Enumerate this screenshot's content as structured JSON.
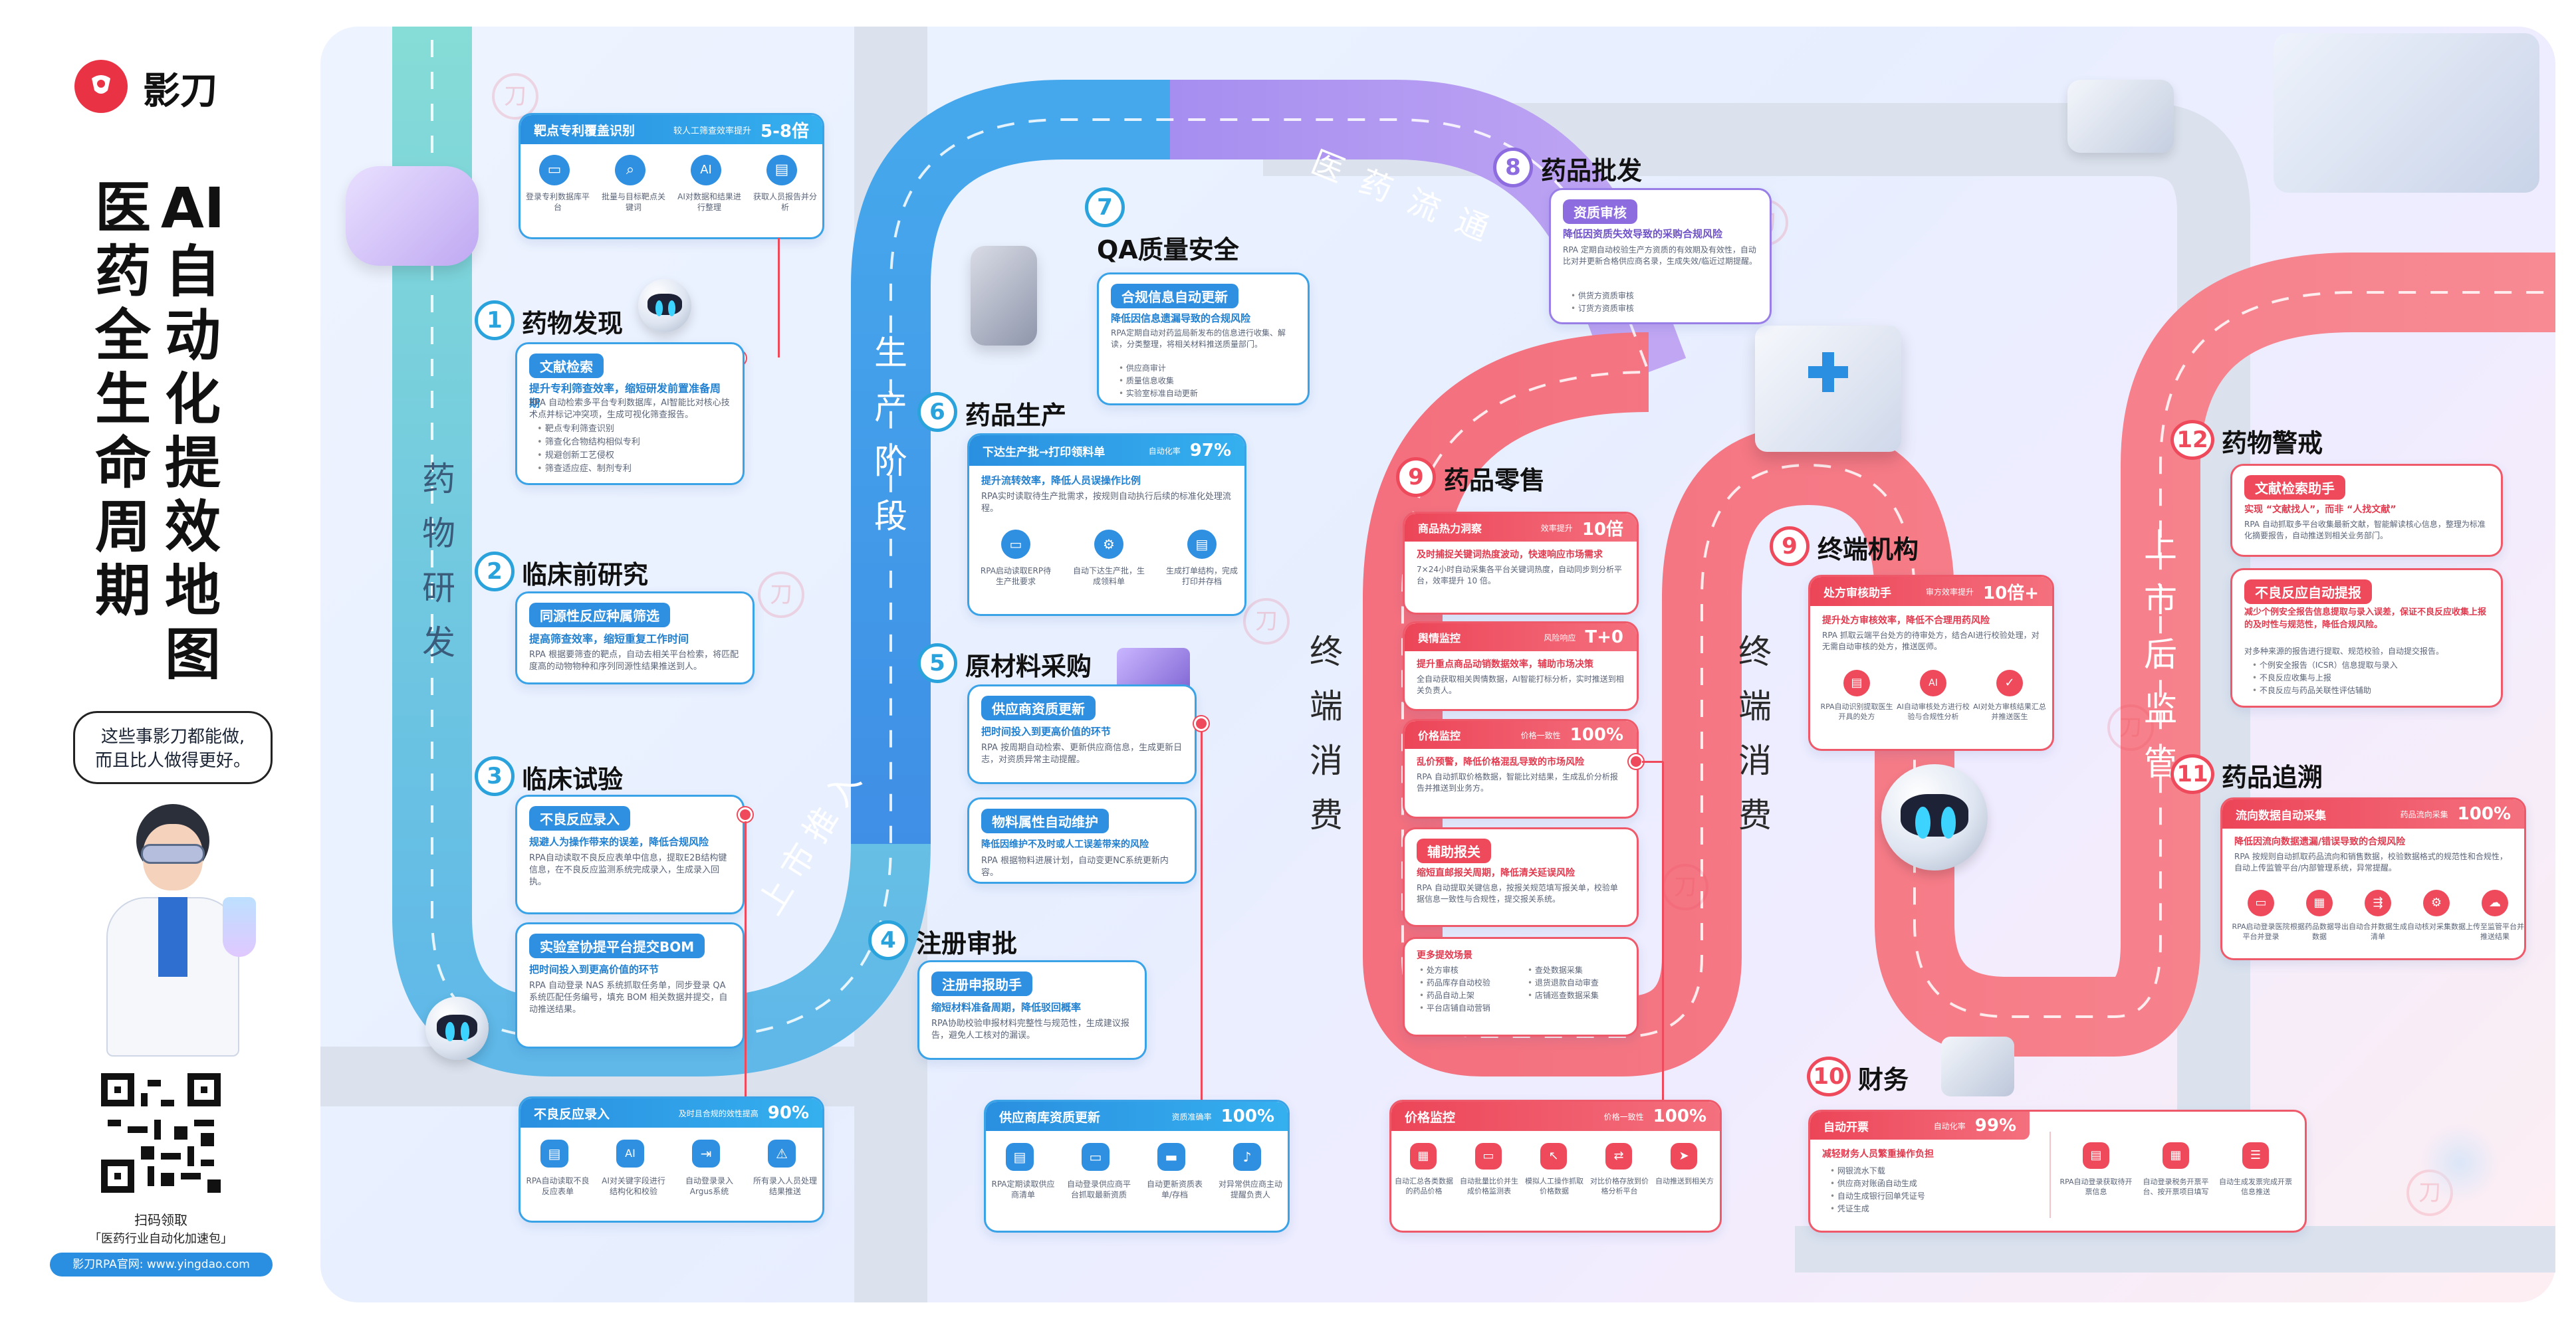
{
  "brand": {
    "logo_text": "影刀"
  },
  "main_title": {
    "col_right": "AI自动化提效地图",
    "col_left": "医药全生命周期"
  },
  "stages": {
    "research": "药物研发",
    "production": "生产阶段",
    "launch": "上市推入",
    "circulation": "医药流通",
    "terminal_left": "终端消费",
    "terminal_right": "终端消费",
    "post_market": "上市后监管"
  },
  "speech_bubble": {
    "line1": "这些事影刀都能做,",
    "line2": "而且比人做得更好。"
  },
  "qr": {
    "caption1": "扫码领取",
    "caption2": "「医药行业自动化加速包」",
    "site": "影刀RPA官网: www.yingdao.com"
  },
  "watermark": "影刀",
  "sections": {
    "s1": {
      "num": "1",
      "title": "药物发现",
      "chip": "文献检索",
      "headline": "提升专利筛查效率，缩短研发前置准备周期",
      "desc": "RPA 自动检索多平台专利数据库，AI智能比对核心技术点并标记冲突项，生成可视化筛查报告。",
      "items": [
        "靶点专利筛查识别",
        "筛查化合物结构相似专利",
        "规避创新工艺侵权",
        "筛查适应症、制剂专利"
      ]
    },
    "patent": {
      "title": "靶点专利覆盖识别",
      "sub": "较人工筛查效率提升",
      "metric": "5-8倍",
      "steps": [
        "登录专利数据库平台",
        "批量与目标靶点关键词",
        "AI对数据和结果进行整理",
        "获取人员报告并分析"
      ]
    },
    "s2": {
      "num": "2",
      "title": "临床前研究",
      "chip": "同源性反应种属筛选",
      "headline": "提高筛查效率，缩短重复工作时间",
      "desc": "RPA 根据要筛查的靶点，自动去相关平台检索，将匹配度高的动物物种和序列同源性结果推送到人。"
    },
    "s3": {
      "num": "3",
      "title": "临床试验",
      "c1": {
        "chip": "不良反应录入",
        "headline": "规避人为操作带来的误差，降低合规风险",
        "desc": "RPA自动读取不良反应表单中信息，提取E2B结构键信息，在不良反应监测系统完成录入，生成录入回执。"
      },
      "c2": {
        "chip": "实验室协提平台提交BOM",
        "headline": "把时间投入到更高价值的环节",
        "desc": "RPA 自动登录 NAS 系统抓取任务单，同步登录 QA 系统匹配任务编号，填充 BOM 相关数据并提交，自动推送结果。"
      }
    },
    "adverse": {
      "title": "不良反应录入",
      "sub": "及时且合规的效性提高",
      "metric": "90%",
      "steps": [
        "RPA自动读取不良反应表单",
        "AI对关键字段进行结构化和校验",
        "自动登录录入Argus系统",
        "所有录入人员处理结果推送"
      ]
    },
    "s4": {
      "num": "4",
      "title": "注册审批",
      "chip": "注册申报助手",
      "headline": "缩短材料准备周期，降低驳回概率",
      "desc": "RPA协助校验申报材料完整性与规范性，生成建议报告，避免人工核对的漏误。"
    },
    "s5": {
      "num": "5",
      "title": "原材料采购",
      "c1": {
        "chip": "供应商资质更新",
        "headline": "把时间投入到更高价值的环节",
        "desc": "RPA 按周期自动检索、更新供应商信息，生成更新日志，对资质异常主动提醒。"
      },
      "c2": {
        "chip": "物料属性自动维护",
        "headline": "降低因维护不及时或人工误差带来的风险",
        "desc": "RPA 根据物料进展计划，自动变更NC系统更新内容。"
      }
    },
    "supplier": {
      "title": "供应商库资质更新",
      "sub": "资质准确率",
      "metric": "100%",
      "steps": [
        "RPA定期读取供应商清单",
        "自动登录供应商平台抓取最新资质",
        "自动更新资质表单/存档",
        "对异常供应商主动提醒负责人"
      ]
    },
    "s6": {
      "num": "6",
      "title": "药品生产",
      "hdr": "下达生产批→打印领料单",
      "sub": "自动化率",
      "metric": "97%",
      "headline": "提升流转效率，降低人员误操作比例",
      "desc": "RPA实时读取待生产批需求，按规则自动执行后续的标准化处理流程。",
      "steps": [
        "RPA启动读取ERP待生产批要求",
        "自动下达生产批，生成领料单",
        "生成打单结构，完成打印并存档"
      ]
    },
    "s7": {
      "num": "7",
      "title": "QA质量安全",
      "chip": "合规信息自动更新",
      "headline": "降低因信息遗漏导致的合规风险",
      "desc": "RPA定期自动对药监局新发布的信息进行收集、解读，分类整理，将相关材料推送质量部门。",
      "items": [
        "供应商审计",
        "质量信息收集",
        "实验室标准自动更新"
      ]
    },
    "s8": {
      "num": "8",
      "title": "药品批发",
      "chip": "资质审核",
      "headline": "降低因资质失效导致的采购合规风险",
      "desc": "RPA 定期自动校验生产方资质的有效期及有效性，自动比对并更新合格供应商名录，生成失效/临近过期提醒。",
      "items": [
        "供货方资质审核",
        "订货方资质审核"
      ]
    },
    "s9a": {
      "num": "9",
      "title": "药品零售",
      "c1": {
        "label": "商品热力洞察",
        "sub": "效率提升",
        "metric": "10倍",
        "headline": "及时捕捉关键词热度波动，快速响应市场需求",
        "desc": "7×24小时自动采集各平台关键词热度，自动同步到分析平台，效率提升 10 倍。"
      },
      "c2": {
        "label": "舆情监控",
        "sub": "风险响应",
        "metric": "T+0",
        "headline": "提升重点商品动销数据效率，辅助市场决策",
        "desc": "全自动获取相关舆情数据，AI智能打标分析，实时推送到相关负责人。"
      },
      "c3": {
        "label": "价格监控",
        "sub": "价格一致性",
        "metric": "100%",
        "headline": "乱价预警，降低价格混乱导致的市场风险",
        "desc": "RPA 自动抓取价格数据，智能比对结果，生成乱价分析报告并推送到业务方。"
      },
      "c4": {
        "chip": "辅助报关",
        "headline": "缩短直邮报关周期，降低清关延误风险",
        "desc": "RPA 自动提取关键信息，按报关规范填写报关单，校验单据信息一致性与合规性，提交报关系统。"
      },
      "more": {
        "title": "更多提效场景",
        "items": [
          "处方审核",
          "药品库存自动校验",
          "药品自动上架",
          "平台店铺自动营销",
          "查处数据采集",
          "退货退款自动审查",
          "店铺巡查数据采集"
        ]
      }
    },
    "price": {
      "title": "价格监控",
      "sub": "价格一致性",
      "metric": "100%",
      "steps": [
        "自动汇总各类数据的药品价格",
        "自动批量比价并生成价格监测表",
        "模拟人工操作抓取价格数据",
        "对比价格存放到价格分析平台",
        "自动推送到相关方"
      ]
    },
    "s9b": {
      "num": "9",
      "title": "终端机构",
      "label": "处方审核助手",
      "sub": "审方效率提升",
      "metric": "10倍+",
      "headline": "提升处方审核效率，降低不合理用药风险",
      "desc": "RPA 抓取云端平台处方的待审处方，结合AI进行校验处理，对无需自动审核的处方，推送医师。",
      "steps": [
        "RPA自动识别提取医生开具的处方",
        "AI自动审核处方进行校验与合规性分析",
        "AI对处方审核结果汇总并推送医生"
      ]
    },
    "s10": {
      "num": "10",
      "title": "财务",
      "label": "自动开票",
      "sub": "自动化率",
      "metric": "99%",
      "headline": "减轻财务人员繁重操作负担",
      "items": [
        "网银流水下载",
        "供应商对账函自动生成",
        "自动生成银行回单凭证号",
        "凭证生成"
      ],
      "steps": [
        "RPA自动登录获取待开票信息",
        "自动登录税务开票平台、按开票项目填写",
        "自动生成发票完成开票信息推送"
      ]
    },
    "s11": {
      "num": "11",
      "title": "药品追溯",
      "label": "流向数据自动采集",
      "sub": "药品流向采集",
      "metric": "100%",
      "headline": "降低因流向数据遗漏/错误导致的合规风险",
      "desc": "RPA 按规则自动抓取药品流向和销售数据，校验数据格式的规范性和合规性，自动上传监管平台/内部管理系统，异常提醒。",
      "steps": [
        "RPA启动登录医院平台并登录",
        "根据药品数据导出数据",
        "自动合并数据生成清单",
        "自动核对采集数据",
        "上传至监管平台并推送结果"
      ]
    },
    "s12": {
      "num": "12",
      "title": "药物警戒",
      "c1": {
        "chip": "文献检索助手",
        "headline": "实现 “文献找人”，而非 “人找文献”",
        "desc": "RPA 自动抓取多平台收集最新文献，智能解读核心信息，整理为标准化摘要报告，自动推送到相关业务部门。"
      },
      "c2": {
        "chip": "不良反应自动提报",
        "headline": "减少个例安全报告信息提取与录入误差，保证不良反应收集上报的及时性与规范性，降低合规风险。",
        "desc": "对多种来源的报告进行提取、规范校验，自动提交报告。",
        "items": [
          "个例安全报告（ICSR）信息提取与录入",
          "不良反应收集与上报",
          "不良反应与药品关联性评估辅助"
        ]
      }
    }
  }
}
